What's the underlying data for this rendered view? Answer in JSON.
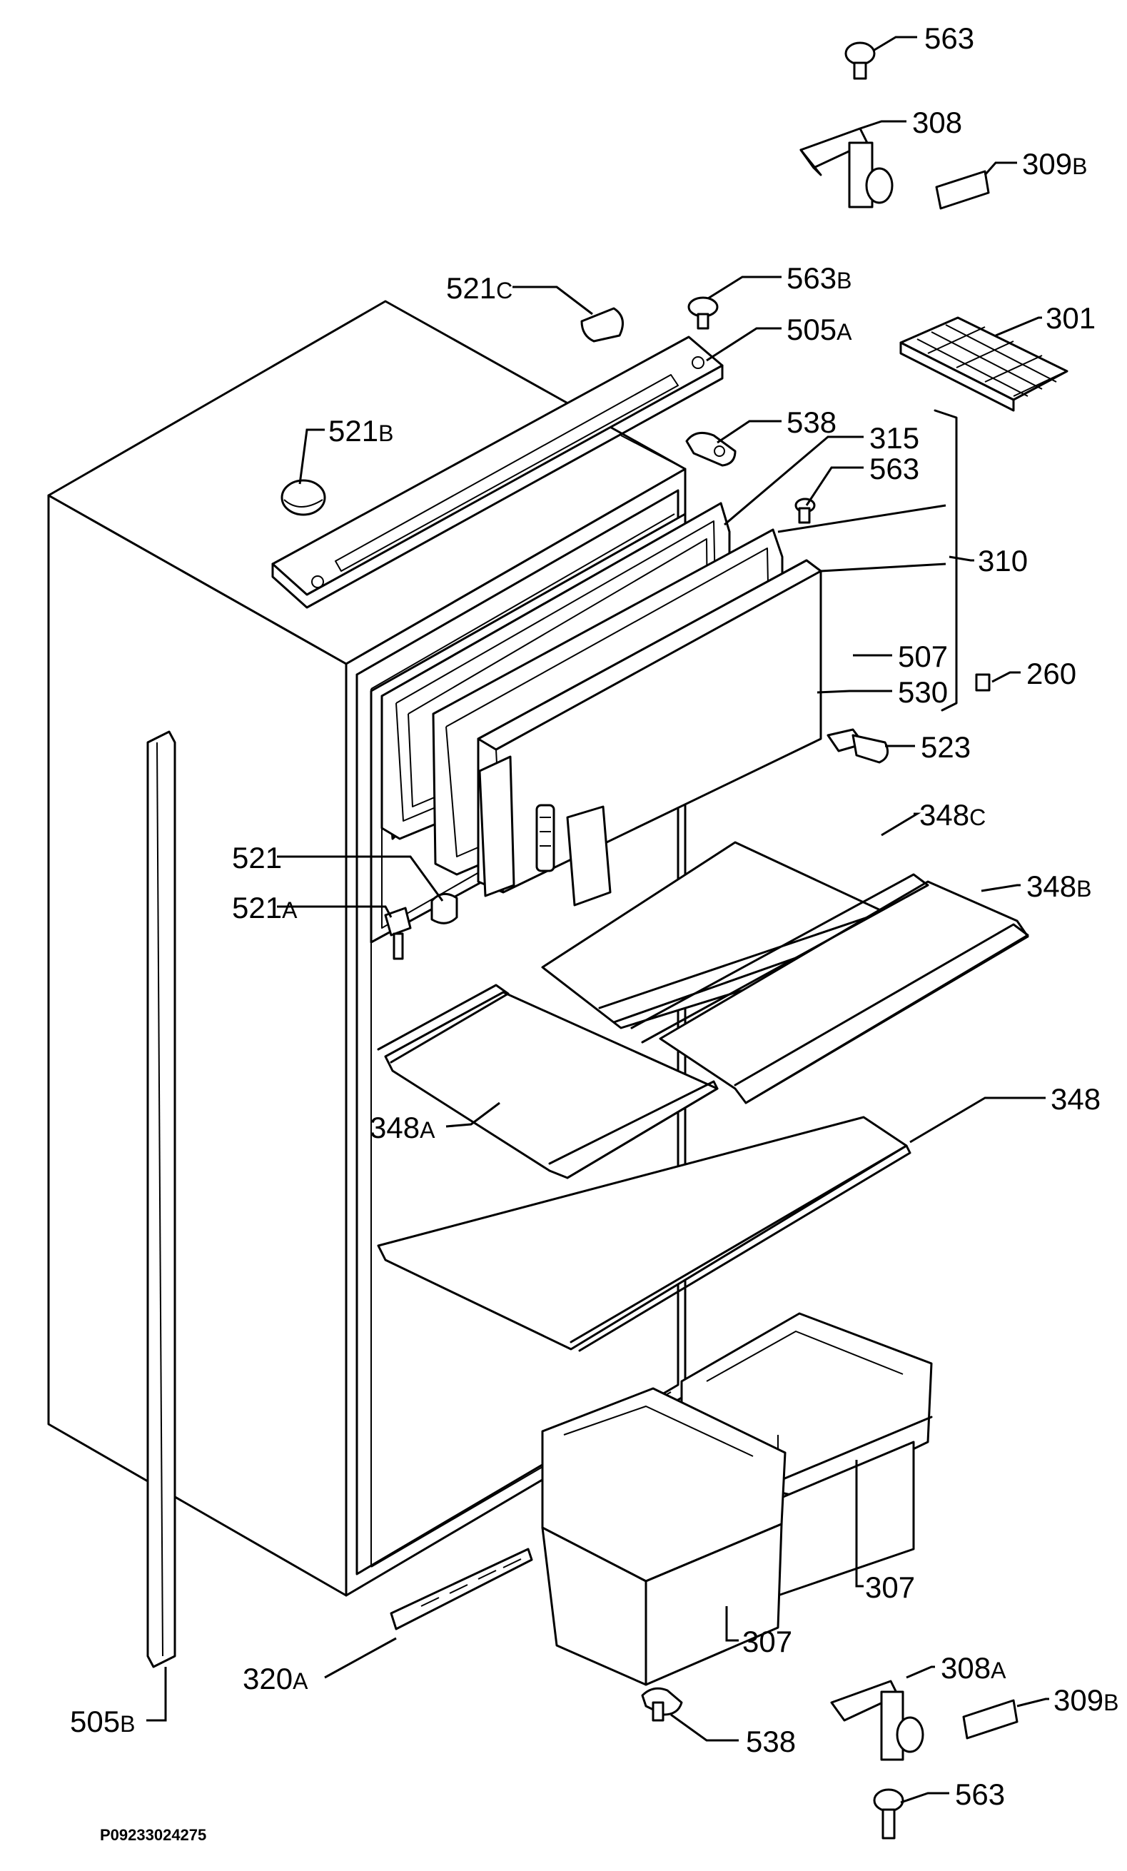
{
  "diagram_code": "P09233024275",
  "labels": {
    "l563_top": {
      "num": "563",
      "suffix": ""
    },
    "l308": {
      "num": "308",
      "suffix": ""
    },
    "l309b_top": {
      "num": "309",
      "suffix": "B"
    },
    "l521c": {
      "num": "521",
      "suffix": "C"
    },
    "l563b": {
      "num": "563",
      "suffix": "B"
    },
    "l505a": {
      "num": "505",
      "suffix": "A"
    },
    "l301": {
      "num": "301",
      "suffix": ""
    },
    "l521b": {
      "num": "521",
      "suffix": "B"
    },
    "l538_top": {
      "num": "538",
      "suffix": ""
    },
    "l315": {
      "num": "315",
      "suffix": ""
    },
    "l563_mid": {
      "num": "563",
      "suffix": ""
    },
    "l310": {
      "num": "310",
      "suffix": ""
    },
    "l507": {
      "num": "507",
      "suffix": ""
    },
    "l260": {
      "num": "260",
      "suffix": ""
    },
    "l530": {
      "num": "530",
      "suffix": ""
    },
    "l523": {
      "num": "523",
      "suffix": ""
    },
    "l348c": {
      "num": "348",
      "suffix": "C"
    },
    "l521": {
      "num": "521",
      "suffix": ""
    },
    "l348b": {
      "num": "348",
      "suffix": "B"
    },
    "l521a": {
      "num": "521",
      "suffix": "A"
    },
    "l348a": {
      "num": "348",
      "suffix": "A"
    },
    "l348": {
      "num": "348",
      "suffix": ""
    },
    "l307_right": {
      "num": "307",
      "suffix": ""
    },
    "l307_left": {
      "num": "307",
      "suffix": ""
    },
    "l308a": {
      "num": "308",
      "suffix": "A"
    },
    "l320a": {
      "num": "320",
      "suffix": "A"
    },
    "l309b_bottom": {
      "num": "309",
      "suffix": "B"
    },
    "l505b": {
      "num": "505",
      "suffix": "B"
    },
    "l538_bottom": {
      "num": "538",
      "suffix": ""
    },
    "l563_bottom": {
      "num": "563",
      "suffix": ""
    }
  }
}
